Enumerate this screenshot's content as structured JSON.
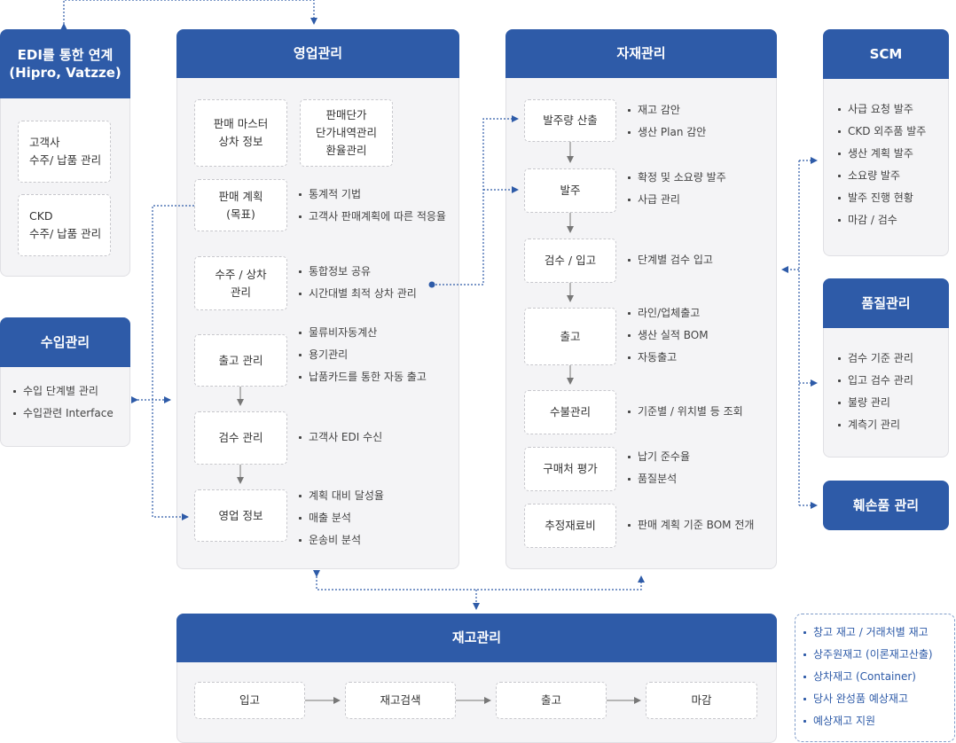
{
  "colors": {
    "header": "#2e5ba8",
    "panel": "#f4f4f6",
    "connector": "#2e5ba8"
  },
  "edi": {
    "title_line1": "EDI를 통한 연계",
    "title_line2": "(Hipro, Vatzze)",
    "box1": "고객사\n수주/ 납품 관리",
    "box2": "CKD\n수주/ 납품 관리"
  },
  "import_mgmt": {
    "title": "수입관리",
    "items": [
      "수입 단계별 관리",
      "수입관련 Interface"
    ]
  },
  "sales": {
    "title": "영업관리",
    "master": "판매 마스터\n상차 정보",
    "price": "판매단가\n단가내역관리\n환율관리",
    "plan": {
      "label": "판매 계획\n(목표)",
      "notes": [
        "통계적 기법",
        "고객사 판매계획에 따른 적응율"
      ]
    },
    "order": {
      "label": "수주 / 상차\n관리",
      "notes": [
        "통합정보 공유",
        "시간대별 최적 상차 관리"
      ]
    },
    "shipping": {
      "label": "출고 관리",
      "notes": [
        "물류비자동계산",
        "용기관리",
        "납품카드를 통한 자동 출고"
      ]
    },
    "inspection": {
      "label": "검수 관리",
      "notes": [
        "고객사 EDI 수신"
      ]
    },
    "info": {
      "label": "영업 정보",
      "notes": [
        "계획 대비 달성율",
        "매출 분석",
        "운송비 분석"
      ]
    }
  },
  "material": {
    "title": "자재관리",
    "rows": [
      {
        "label": "발주량 산출",
        "notes": [
          "재고 감안",
          "생산 Plan 감안"
        ]
      },
      {
        "label": "발주",
        "notes": [
          "확정 및 소요량 발주",
          "사급 관리"
        ]
      },
      {
        "label": "검수 / 입고",
        "notes": [
          "단계별 검수 입고"
        ]
      },
      {
        "label": "출고",
        "notes": [
          "라인/업체출고",
          "생산 실적 BOM",
          "자동출고"
        ]
      },
      {
        "label": "수불관리",
        "notes": [
          "기준별 / 위치별 등 조회"
        ]
      },
      {
        "label": "구매처 평가",
        "notes": [
          "납기 준수율",
          "품질분석"
        ]
      },
      {
        "label": "추정재료비",
        "notes": [
          "판매 계획 기준 BOM 전개"
        ]
      }
    ]
  },
  "scm": {
    "title": "SCM",
    "items": [
      "사급 요청 발주",
      "CKD 외주품 발주",
      "생산 계획 발주",
      "소요량 발주",
      "발주 진행 현황",
      "마감 / 검수"
    ]
  },
  "quality": {
    "title": "품질관리",
    "items": [
      "검수 기준 관리",
      "입고 검수 관리",
      "불량 관리",
      "계측기 관리"
    ]
  },
  "defect": {
    "title": "훼손품 관리"
  },
  "inventory": {
    "title": "재고관리",
    "steps": [
      "입고",
      "재고검색",
      "출고",
      "마감"
    ],
    "notes": [
      "창고 재고 / 거래처별 재고",
      "상주원재고 (이론재고산출)",
      "상차재고 (Container)",
      "당사 완성품 예상재고",
      "예상재고 지원"
    ]
  }
}
